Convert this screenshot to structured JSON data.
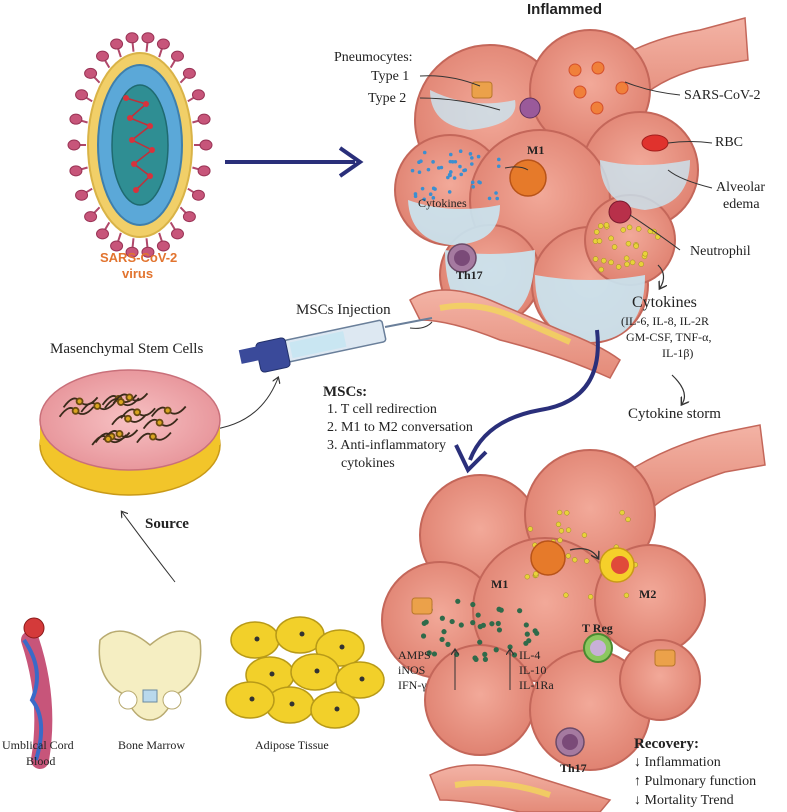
{
  "title_inflamed": "Inflammed",
  "virus": {
    "line1": "SARS-CoV-2",
    "line2": "virus"
  },
  "lung_top": {
    "pneumocytes": "Pneumocytes:",
    "type1": "Type 1",
    "type2": "Type 2",
    "sars": "SARS-CoV-2",
    "rbc": "RBC",
    "alveolar1": "Alveolar",
    "alveolar2": "edema",
    "neutrophil": "Neutrophil",
    "m1": "M1",
    "cytokines_inner": "Cytokines",
    "th17": "Th17"
  },
  "cytokines_box": {
    "title": "Cytokines",
    "line1": "(IL-6, IL-8, IL-2R",
    "line2": "GM-CSF, TNF-α,",
    "line3": "IL-1β)",
    "storm": "Cytokine storm"
  },
  "msc": {
    "injection": "MSCs Injection",
    "stem_cells": "Masenchymal Stem Cells",
    "title": "MSCs:",
    "items": [
      "1. T cell redirection",
      "2. M1 to M2 conversation",
      "3. Anti-inflammatory",
      "cytokines"
    ],
    "source": "Source"
  },
  "sources": {
    "cord1": "Umblical Cord",
    "cord2": "Blood",
    "marrow": "Bone Marrow",
    "adipose": "Adipose Tissue"
  },
  "lung_bottom": {
    "m1": "M1",
    "m2": "M2",
    "treg": "T Reg",
    "th17": "Th17",
    "left_labels": [
      "AMPS",
      "iNOS",
      "IFN-γ"
    ],
    "right_labels": [
      "IL-4",
      "IL-10",
      "IL-1Ra"
    ]
  },
  "recovery": {
    "title": "Recovery:",
    "items": [
      "↓ Inflammation",
      "↑ Pulmonary function",
      "↓ Mortality Trend"
    ]
  },
  "colors": {
    "arrow": "#2a2f7a",
    "lung": "#e88f7e",
    "lung_dark": "#c4675a",
    "edema": "#c9e6f2",
    "virus_spike": "#c7557a",
    "label_orange": "#e2742f",
    "fat": "#f2d02a"
  }
}
